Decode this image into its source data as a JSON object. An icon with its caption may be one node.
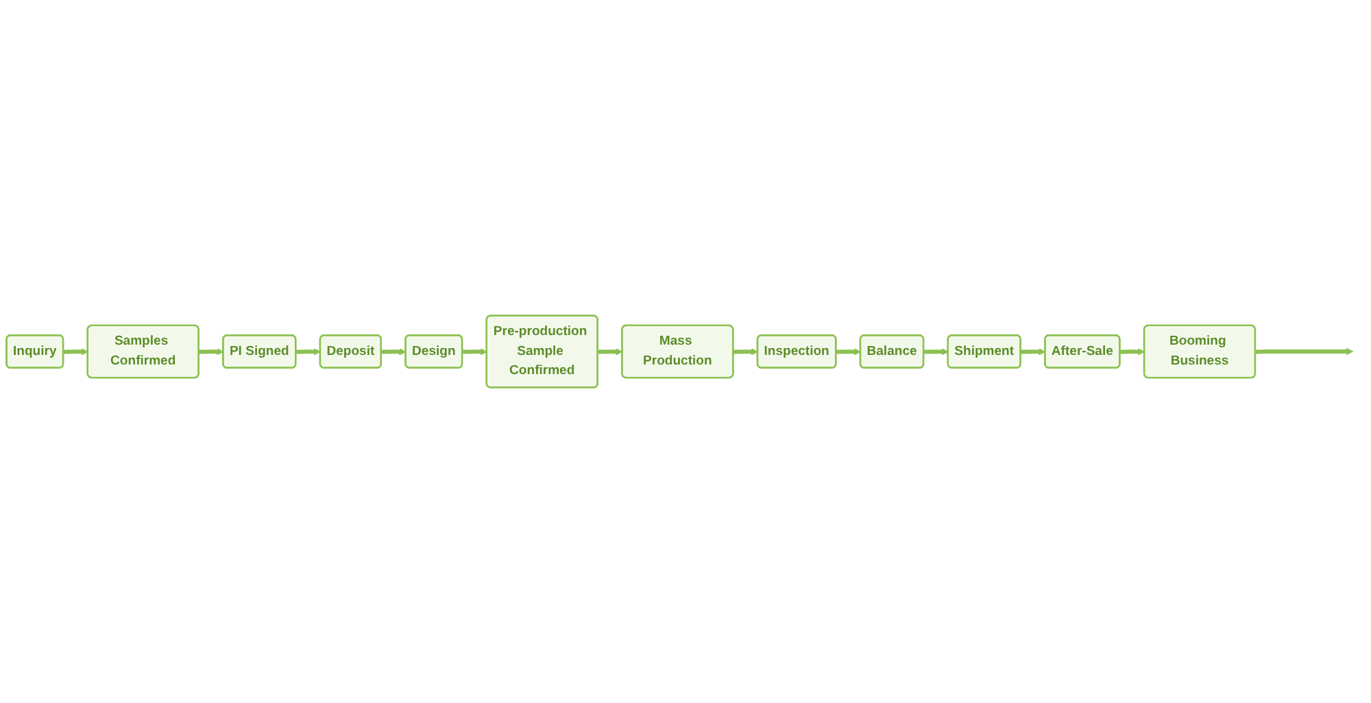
{
  "diagram": {
    "nodes": [
      {
        "text": [
          "Inquiry"
        ]
      },
      {
        "text": [
          "Samples Confirmed"
        ]
      },
      {
        "text": [
          "PI Signed"
        ]
      },
      {
        "text": [
          "Deposit"
        ]
      },
      {
        "text": [
          "Design"
        ]
      },
      {
        "text": [
          "Pre-production Sample Confirmed"
        ]
      },
      {
        "text": [
          "Mass Production"
        ]
      },
      {
        "text": [
          "Inspection"
        ]
      },
      {
        "text": [
          "Balance"
        ]
      },
      {
        "text": [
          "Shipment"
        ]
      },
      {
        "text": [
          "After-Sale"
        ]
      },
      {
        "text": [
          "Booming Business"
        ]
      }
    ],
    "edges": [
      {
        "from": 0,
        "to": 1,
        "arrow": "to"
      },
      {
        "from": 1,
        "to": 2,
        "arrow": "to"
      },
      {
        "from": 2,
        "to": 3,
        "arrow": "to"
      },
      {
        "from": 3,
        "to": 4,
        "arrow": "to"
      },
      {
        "from": 4,
        "to": 5,
        "arrow": "to"
      },
      {
        "from": 5,
        "to": 6,
        "arrow": "to"
      },
      {
        "from": 6,
        "to": 7,
        "arrow": "to"
      },
      {
        "from": 7,
        "to": 8,
        "arrow": "to"
      },
      {
        "from": 8,
        "to": 9,
        "arrow": "to"
      },
      {
        "from": 9,
        "to": 10,
        "arrow": "to"
      },
      {
        "from": 10,
        "to": 11,
        "arrow": "to"
      },
      {
        "from": 11,
        "to": null,
        "arrow": "to"
      }
    ]
  }
}
